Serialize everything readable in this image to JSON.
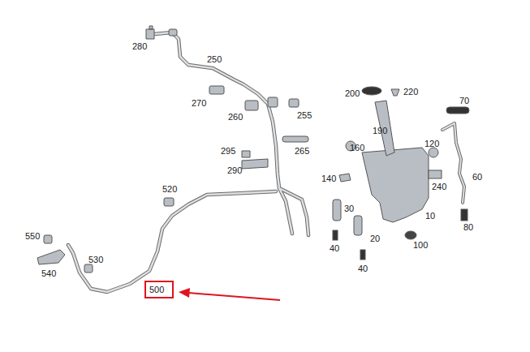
{
  "diagram": {
    "nodes": [
      {
        "text": [
          "500"
        ]
      }
    ],
    "labels": [
      "280",
      "250",
      "270",
      "260",
      "255",
      "295",
      "265",
      "290",
      "200",
      "220",
      "190",
      "70",
      "160",
      "120",
      "60",
      "140",
      "240",
      "30",
      "10",
      "80",
      "20",
      "40",
      "100",
      "40",
      "520",
      "550",
      "530",
      "540"
    ]
  }
}
